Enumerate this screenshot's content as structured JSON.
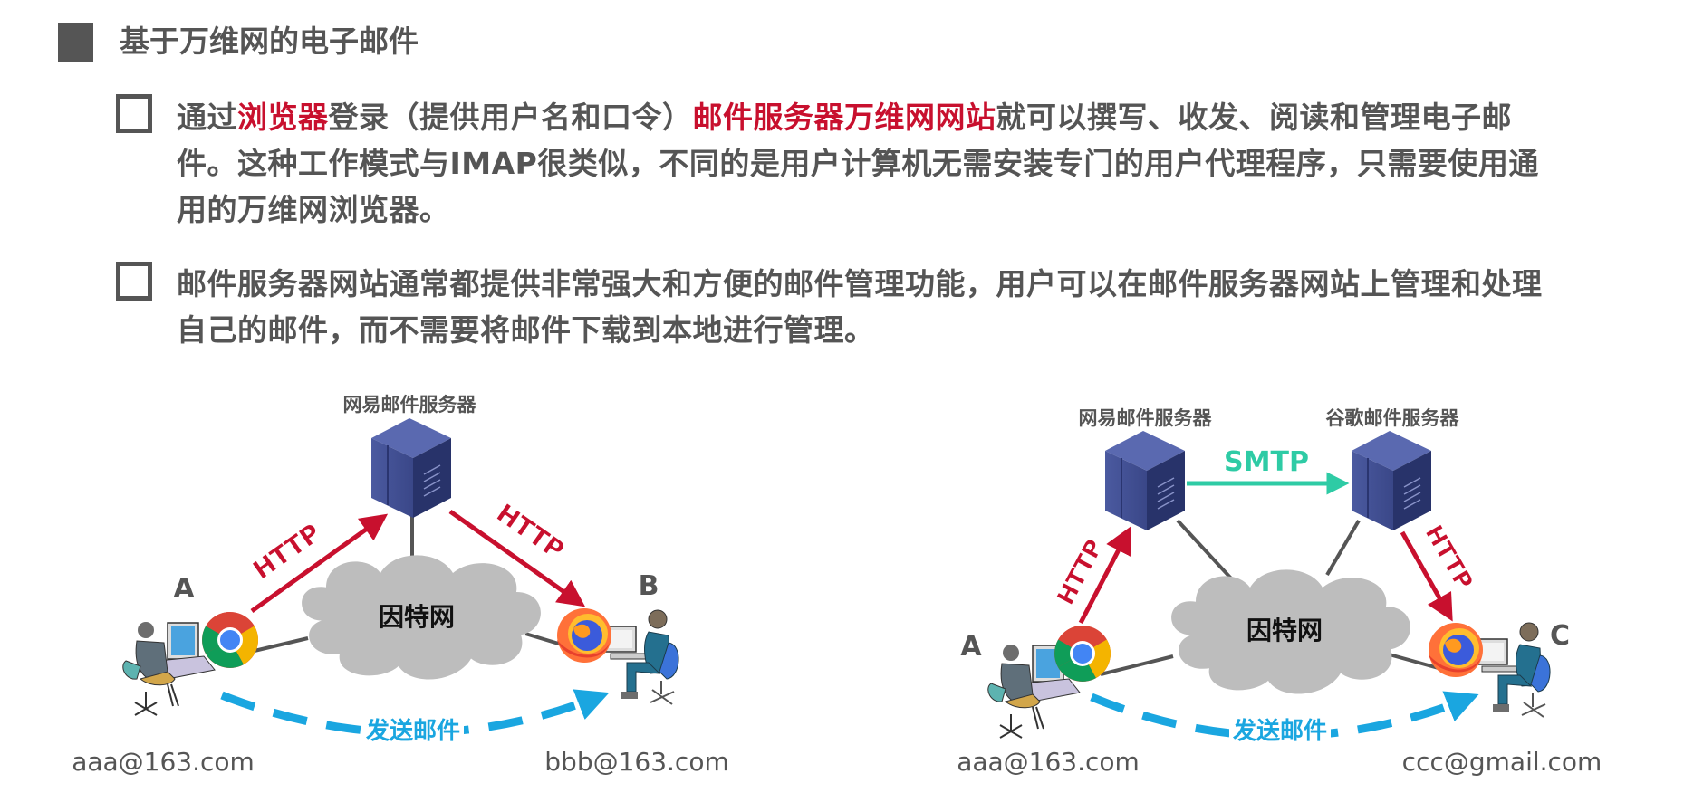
{
  "heading": {
    "icon": "filled-square-bullet",
    "title": "基于万维网的电子邮件"
  },
  "bullets": [
    {
      "icon": "hollow-square-bullet",
      "segments": [
        {
          "text": "通过",
          "highlight": false
        },
        {
          "text": "浏览器",
          "highlight": true
        },
        {
          "text": "登录（提供用户名和口令）",
          "highlight": false
        },
        {
          "text": "邮件服务器万维网网站",
          "highlight": true
        },
        {
          "text": "就可以撰写、收发、阅读和管理电子邮件。这种工作模式与IMAP很类似，不同的是用户计算机无需安装专门的用户代理程序，只需要使用通用的万维网浏览器。",
          "highlight": false
        }
      ]
    },
    {
      "icon": "hollow-square-bullet",
      "segments": [
        {
          "text": "邮件服务器网站通常都提供非常强大和方便的邮件管理功能，用户可以在邮件服务器网站上管理和处理自己的邮件，而不需要将邮件下载到本地进行管理。",
          "highlight": false
        }
      ]
    }
  ],
  "colors": {
    "text": "#555555",
    "highlight": "#c8102e",
    "http_arrow": "#c8102e",
    "smtp_arrow": "#2ecba5",
    "send_mail": "#1aa6e0",
    "cloud": "#bdbdbd",
    "server": "#3b4a8c"
  },
  "diagram_left": {
    "server_label": "网易邮件服务器",
    "cloud_label": "因特网",
    "sender_label": "A",
    "receiver_label": "B",
    "sender_email": "aaa@163.com",
    "receiver_email": "bbb@163.com",
    "http_up": "HTTP",
    "http_down": "HTTP",
    "send_label": "发送邮件",
    "sender_browser": "chrome-icon",
    "receiver_browser": "firefox-icon"
  },
  "diagram_right": {
    "server1_label": "网易邮件服务器",
    "server2_label": "谷歌邮件服务器",
    "smtp_label": "SMTP",
    "cloud_label": "因特网",
    "sender_label": "A",
    "receiver_label": "C",
    "sender_email": "aaa@163.com",
    "receiver_email": "ccc@gmail.com",
    "http_up": "HTTP",
    "http_down": "HTTP",
    "send_label": "发送邮件",
    "sender_browser": "chrome-icon",
    "receiver_browser": "firefox-icon"
  }
}
